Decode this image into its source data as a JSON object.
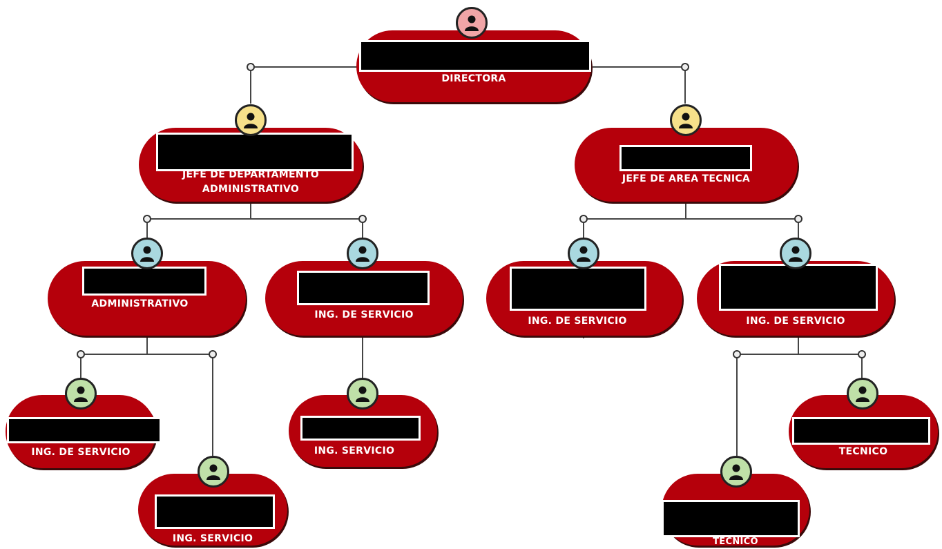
{
  "colors": {
    "node_fill": "#b5000b",
    "avatar_director": "#f1a5a7",
    "avatar_level1": "#f6e08a",
    "avatar_level2": "#a9d8df",
    "avatar_level3": "#bfe0a8"
  },
  "nodes": {
    "directora": {
      "role": "DIRECTORA",
      "icon": "person-icon"
    },
    "jefe_admin": {
      "role": "JEFE DE DEPARTAMENTO\nADMINISTRATIVO",
      "icon": "person-icon"
    },
    "jefe_tecnica": {
      "role": "JEFE DE AREA TECNICA",
      "icon": "person-icon"
    },
    "administrativo": {
      "role": "ADMINISTRATIVO",
      "icon": "person-icon"
    },
    "ing_servicio_a": {
      "role": "ING. DE SERVICIO",
      "icon": "person-icon"
    },
    "ing_servicio_b": {
      "role": "ING. DE SERVICIO",
      "icon": "person-icon"
    },
    "ing_servicio_c": {
      "role": "ING. DE SERVICIO",
      "icon": "person-icon"
    },
    "ing_servicio_d": {
      "role": "ING. DE SERVICIO",
      "icon": "person-icon"
    },
    "ing_servicio_e": {
      "role": "ING. SERVICIO",
      "icon": "person-icon"
    },
    "ing_servicio_f": {
      "role": "ING. SERVICIO",
      "icon": "person-icon"
    },
    "tecnico_a": {
      "role": "TECNICO",
      "icon": "person-icon"
    },
    "tecnico_b": {
      "role": "TECNICO",
      "icon": "person-icon"
    }
  }
}
